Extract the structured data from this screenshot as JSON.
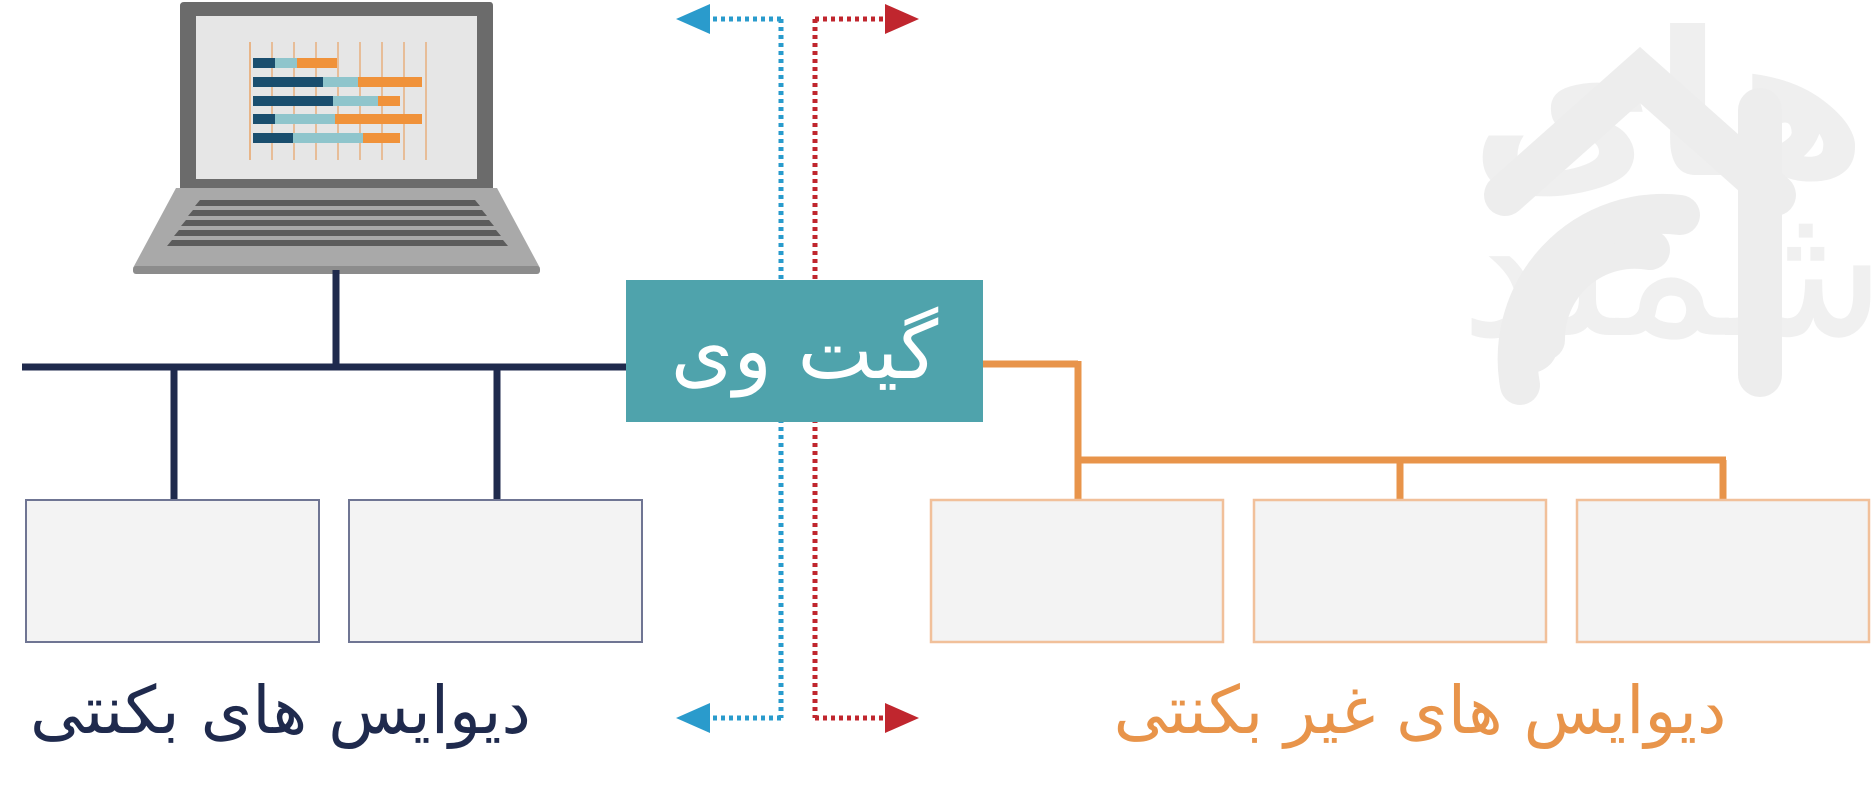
{
  "gateway": {
    "label": "گیت وی"
  },
  "networks": {
    "connected": {
      "label": "دیوایس های بکنتی",
      "color": "#1f2a4d",
      "device_count": 2
    },
    "non_connected": {
      "label": "دیوایس های غیر بکنتی",
      "color": "#e8944a",
      "device_count": 3
    }
  },
  "watermark": {
    "text_main": "خانه های",
    "text_sub": "هوشمند"
  },
  "colors": {
    "gateway": "#4fa3ac",
    "arrow_left": "#2a9bcc",
    "arrow_right": "#c0262e",
    "box_fill": "#f3f3f3"
  }
}
